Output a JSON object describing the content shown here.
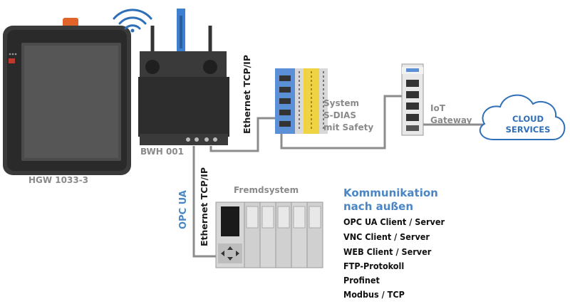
{
  "devices": {
    "hgw": "HGW 1033-3",
    "bwh": "BWH 001",
    "sdias": [
      "System",
      "S-DIAS",
      "mit Safety"
    ],
    "iot": [
      "IoT",
      "Gateway"
    ],
    "fremd": "Fremdsystem"
  },
  "cloud": [
    "CLOUD",
    "SERVICES"
  ],
  "links": {
    "eth_top": "Ethernet TCP/IP",
    "eth_bottom": "Ethernet TCP/IP",
    "opcua": "OPC UA"
  },
  "communication": {
    "title": [
      "Kommunikation",
      "nach außen"
    ],
    "items": [
      "OPC UA Client / Server",
      "VNC Client / Server",
      "WEB Client / Server",
      "FTP-Protokoll",
      "Profinet",
      "Modbus / TCP"
    ]
  },
  "colors": {
    "accent": "#4a86c5",
    "cable": "#8c8c8c",
    "device": "#2d2d2d"
  }
}
